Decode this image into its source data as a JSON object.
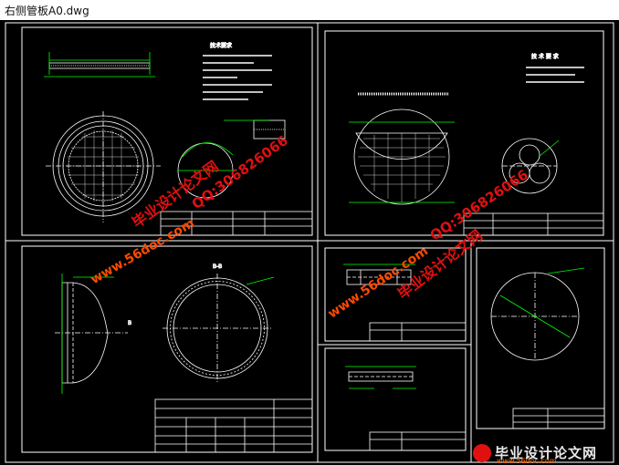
{
  "window": {
    "title": "右侧管板A0.dwg"
  },
  "watermarks": {
    "site_cn": "毕业设计论文网",
    "qq": "QQ:306826066",
    "url": "www.56doc.com"
  },
  "corner_logo": {
    "cn": "毕业设计论文网",
    "url": "www.56doc.com"
  },
  "drawing": {
    "tech_req_title_1": "技术要求",
    "tech_req_title_2": "技 术 要 求",
    "section_label": "B-B"
  },
  "colors": {
    "background": "#000000",
    "line": "#ffffff",
    "dimension": "#00ff00",
    "watermark": "#e01010",
    "url": "#ff4a00"
  }
}
